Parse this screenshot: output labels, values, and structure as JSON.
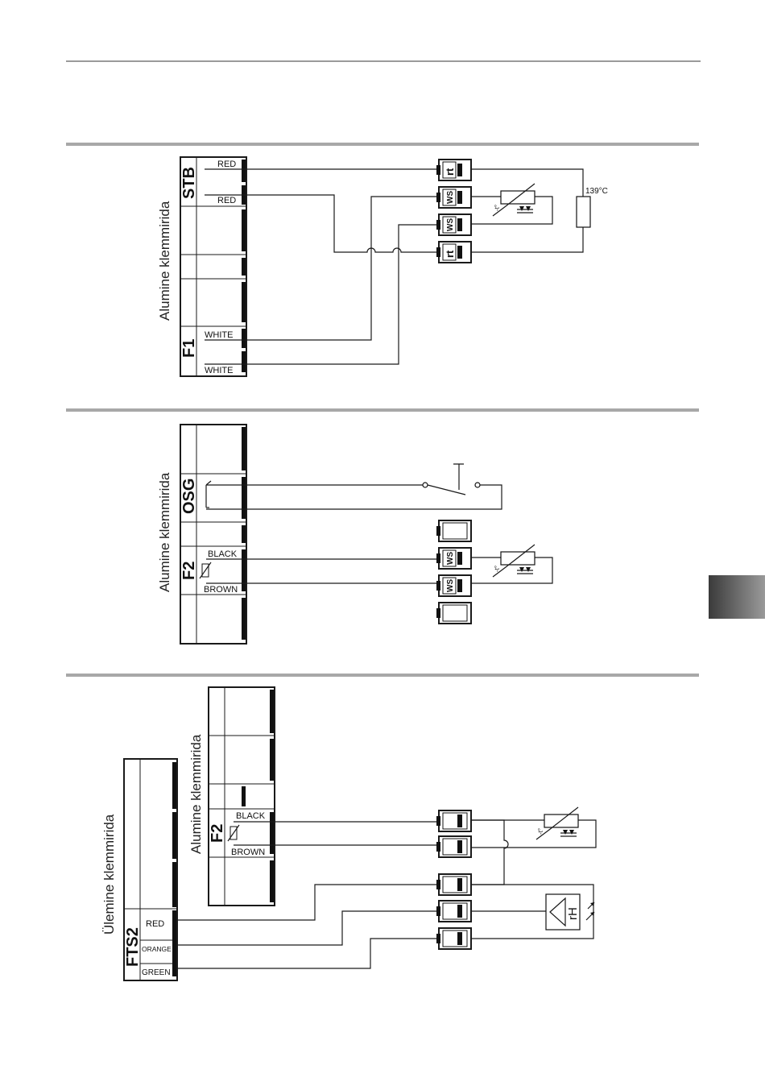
{
  "diagram1": {
    "side_label": "Alumine klemmirida",
    "blocks": [
      "STB",
      "F1"
    ],
    "wires": [
      "RED",
      "RED",
      "WHITE",
      "WHITE"
    ],
    "terminals": [
      "rt",
      "WS",
      "WS",
      "rt"
    ],
    "fuse_label": "139°C"
  },
  "diagram2": {
    "side_label": "Alumine klemmirida",
    "blocks": [
      "OSG",
      "F2"
    ],
    "wires": [
      "BLACK",
      "BROWN"
    ],
    "terminals": [
      "WS",
      "WS"
    ]
  },
  "diagram3": {
    "side_label_upper": "Ülemine klemmirida",
    "side_label_lower": "Alumine klemmirida",
    "blocks": [
      "FTS2",
      "F2"
    ],
    "wires_fts2": [
      "RED",
      "ORANGE",
      "GREEN"
    ],
    "wires_f2": [
      "BLACK",
      "BROWN"
    ],
    "sensor_label": "rH"
  },
  "colors": {
    "separator": "#a8a8a8",
    "tab": "#555555"
  }
}
